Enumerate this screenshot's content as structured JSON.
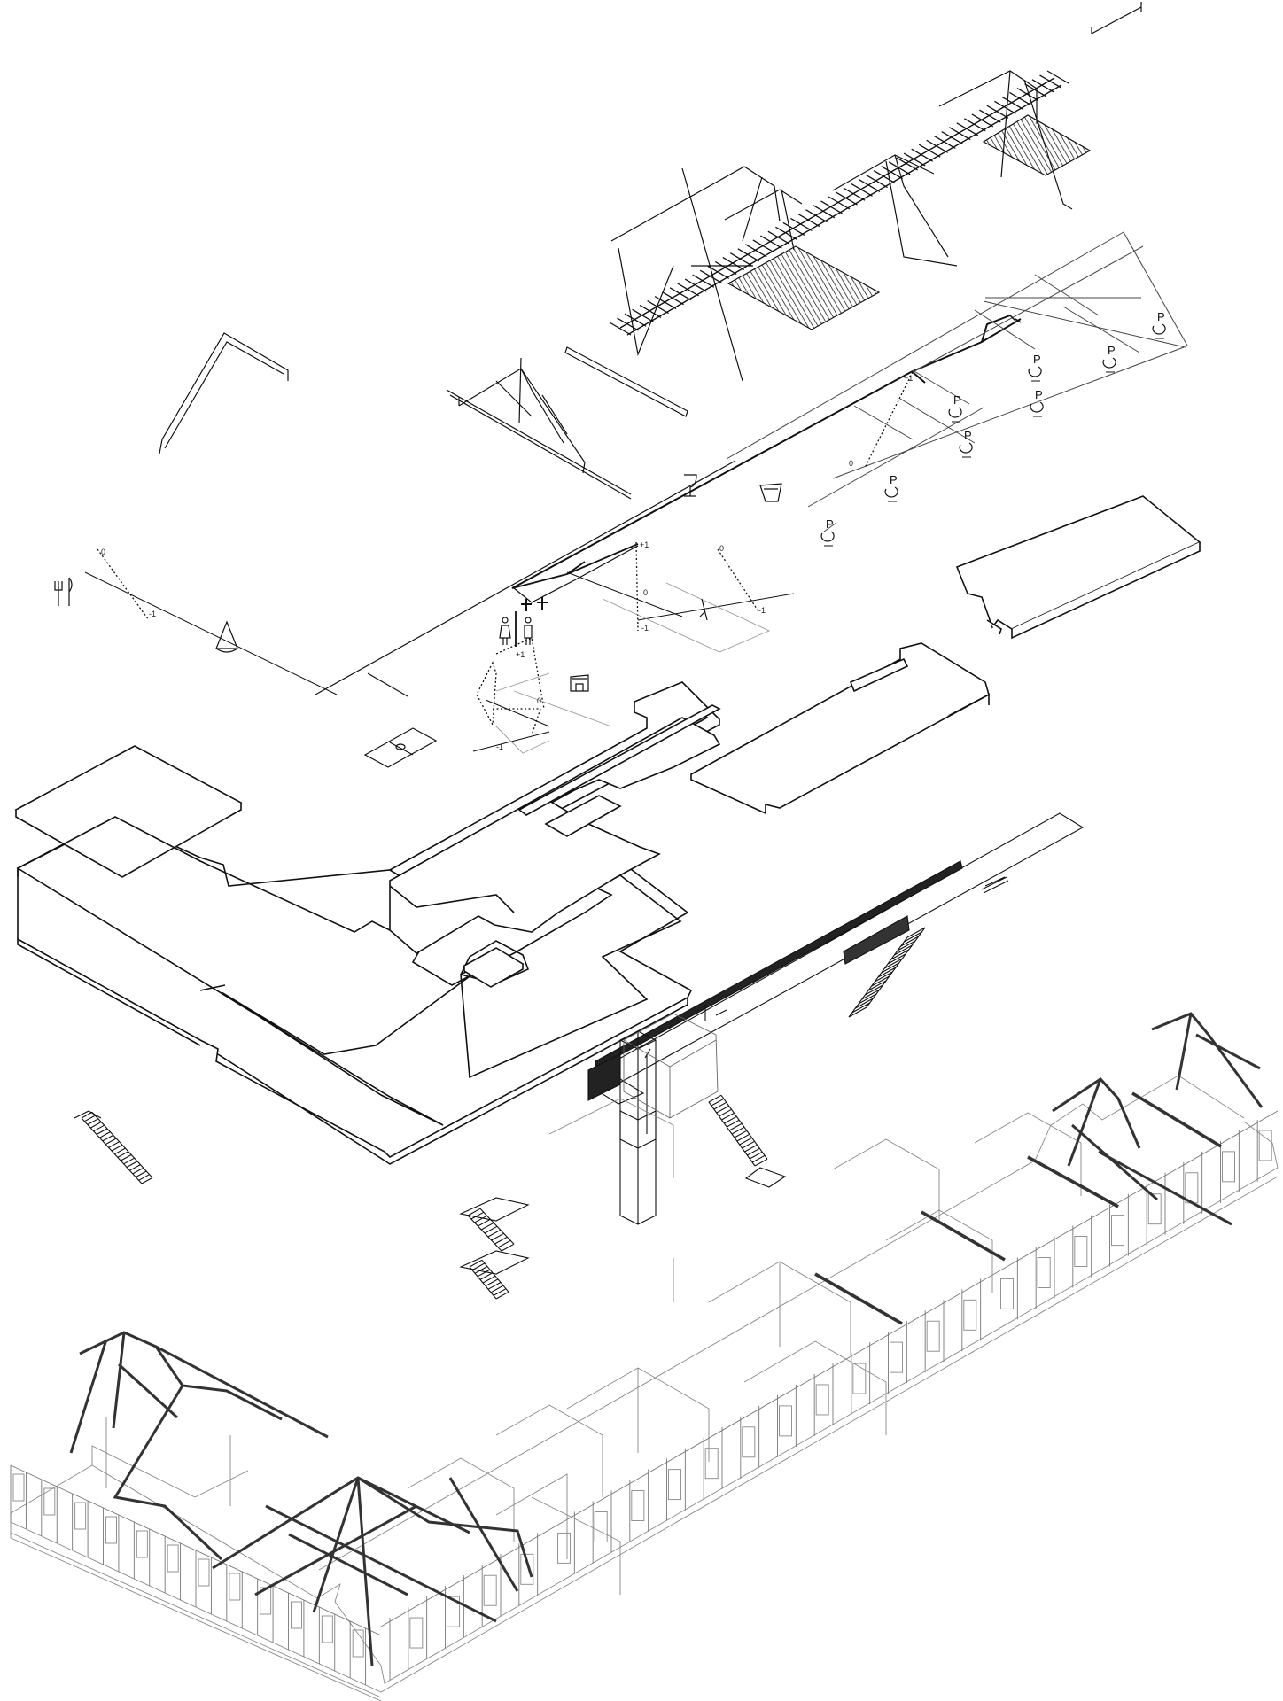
{
  "level_labels": {
    "plus_one": "+1",
    "zero": "0",
    "minus_one": "-1"
  },
  "parking_symbol": "P",
  "colors": {
    "line": "#111111",
    "thin_line": "#555555",
    "faint_line": "#9a9a9a",
    "background": "#ffffff"
  },
  "icons": {
    "restaurant": "fork-knife-icon",
    "lamp": "cone-lamp-icon",
    "bar": "wine-glass-icon",
    "toilets": "toilet-figures-icon",
    "court": "sports-court-icon",
    "library": "building-icon",
    "cafe": "basket-icon",
    "parking": "parking-icon"
  }
}
